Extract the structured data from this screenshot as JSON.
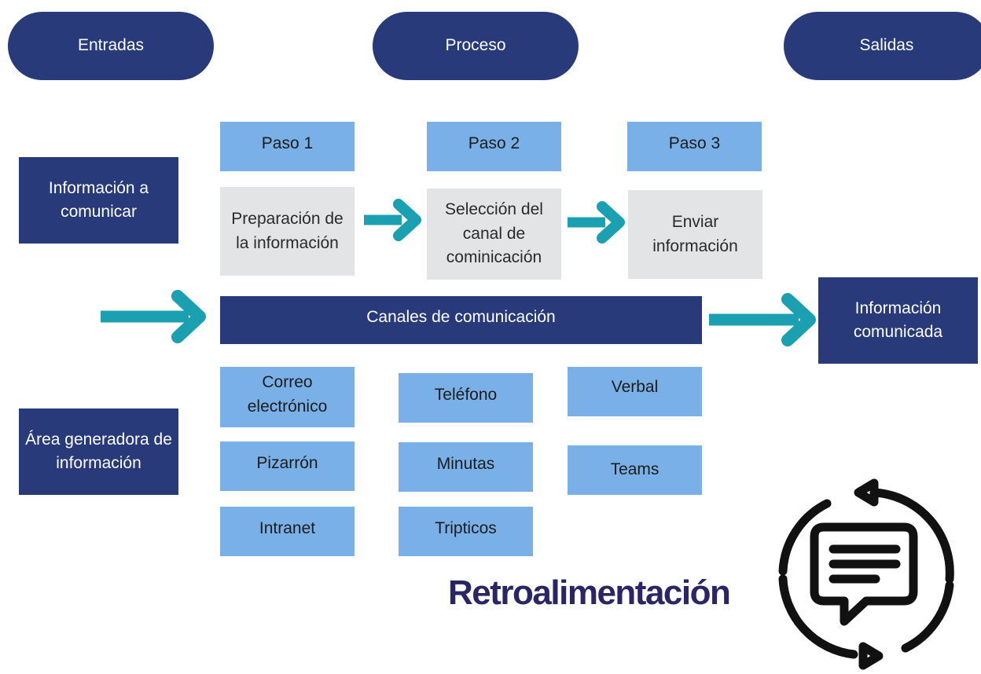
{
  "headers": {
    "inputs": "Entradas",
    "process": "Proceso",
    "outputs": "Salidas"
  },
  "input_info": "Información a comunicar",
  "source_area": "Área generadora de información",
  "steps": [
    {
      "label": "Paso 1",
      "action": "Preparación de la información"
    },
    {
      "label": "Paso 2",
      "action": "Selección del canal de cominicación"
    },
    {
      "label": "Paso 3",
      "action": "Enviar información"
    }
  ],
  "channels_bar": "Canales de comunicación",
  "output": "Información comunicada",
  "channels": [
    "Correo electrónico",
    "Pizarrón",
    "Intranet",
    "Teléfono",
    "Minutas",
    "Tripticos",
    "Verbal",
    "Teams"
  ],
  "feedback": "Retroalimentación",
  "icons": {
    "arrow": "right-arrow-icon",
    "feedback": "feedback-chat-cycle-icon"
  },
  "colors": {
    "navy": "#283a7a",
    "light_blue": "#7ab0e8",
    "gray": "#e3e4e6",
    "teal": "#1aa0b0",
    "title": "#2a2666"
  }
}
